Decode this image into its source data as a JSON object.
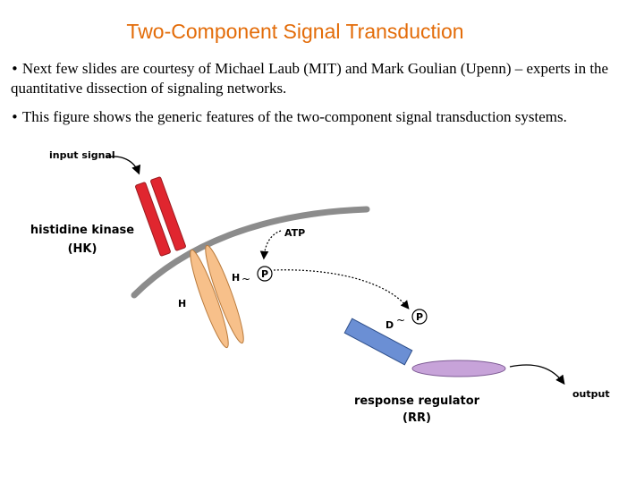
{
  "slide": {
    "title": "Two-Component Signal Transduction",
    "bullets": [
      "Next few slides are courtesy of Michael Laub (MIT) and Mark Goulian (Upenn) – experts in the quantitative dissection of signaling networks.",
      "This figure shows the generic features of the two-component signal transduction systems."
    ],
    "bullet_glyph": "•"
  },
  "diagram": {
    "labels": {
      "input_signal": "input signal",
      "hk_name": "histidine kinase",
      "hk_abbrev": "(HK)",
      "atp": "ATP",
      "h_upper": "H",
      "h_lower": "H",
      "p_hk": "P",
      "d_residue": "D",
      "p_rr": "P",
      "rr_name": "response regulator",
      "rr_abbrev": "(RR)",
      "output": "output",
      "tilde": "~"
    },
    "colors": {
      "title": "#e36c09",
      "membrane": "#8c8c8c",
      "hk_sensor": "#e0262f",
      "hk_body": "#f7c08a",
      "rr_receiver": "#6b8fd4",
      "rr_output": "#c7a3d9"
    }
  }
}
